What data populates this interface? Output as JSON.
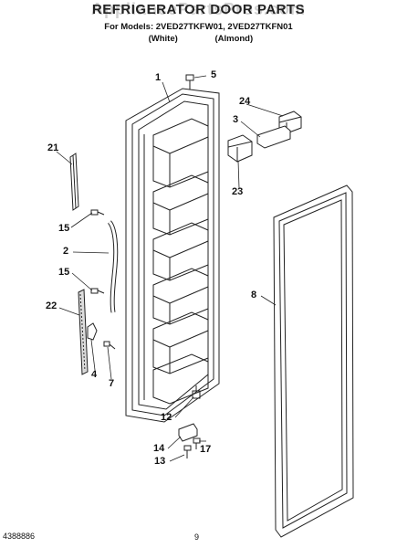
{
  "watermark": "AppliancePartsPros.com",
  "header": {
    "title": "REFRIGERATOR DOOR PARTS",
    "models_line": "For Models: 2VED27TKFW01, 2VED27TKFN01",
    "variant_white": "(White)",
    "variant_almond": "(Almond)"
  },
  "callouts": {
    "c1": "1",
    "c5": "5",
    "c24": "24",
    "c3": "3",
    "c23": "23",
    "c21": "21",
    "c15a": "15",
    "c2": "2",
    "c15b": "15",
    "c22": "22",
    "c4": "4",
    "c7": "7",
    "c8": "8",
    "c12": "12",
    "c14": "14",
    "c17": "17",
    "c13": "13"
  },
  "footer": {
    "doc_number": "4388886",
    "page": "9"
  }
}
